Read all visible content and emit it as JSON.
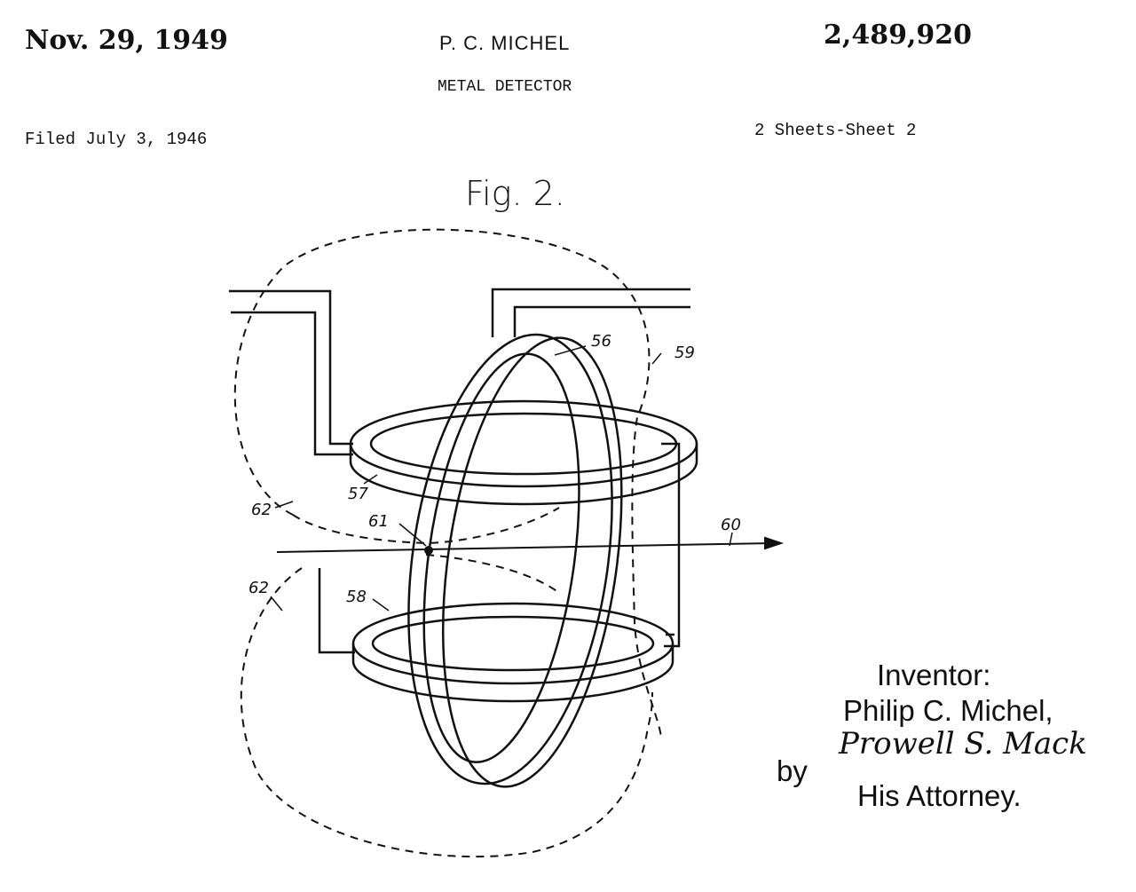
{
  "header": {
    "date": "Nov. 29, 1949",
    "inventor": "P. C. MICHEL",
    "patent_number": "2,489,920",
    "title": "METAL DETECTOR",
    "filed": "Filed July 3, 1946",
    "sheets": "2 Sheets-Sheet 2"
  },
  "figure": {
    "caption": "Fig. 2.",
    "labels": {
      "coil_56": "56",
      "field_59": "59",
      "coil_57": "57",
      "field_62a": "62",
      "point_61": "61",
      "axis_60": "60",
      "field_62b": "62",
      "coil_58": "58"
    }
  },
  "signature_block": {
    "inventor_label": "Inventor:",
    "inventor_name": "Philip C. Michel,",
    "by": "by",
    "attorney_signature": "Prowell S. Mack",
    "attorney_label": "His Attorney."
  }
}
